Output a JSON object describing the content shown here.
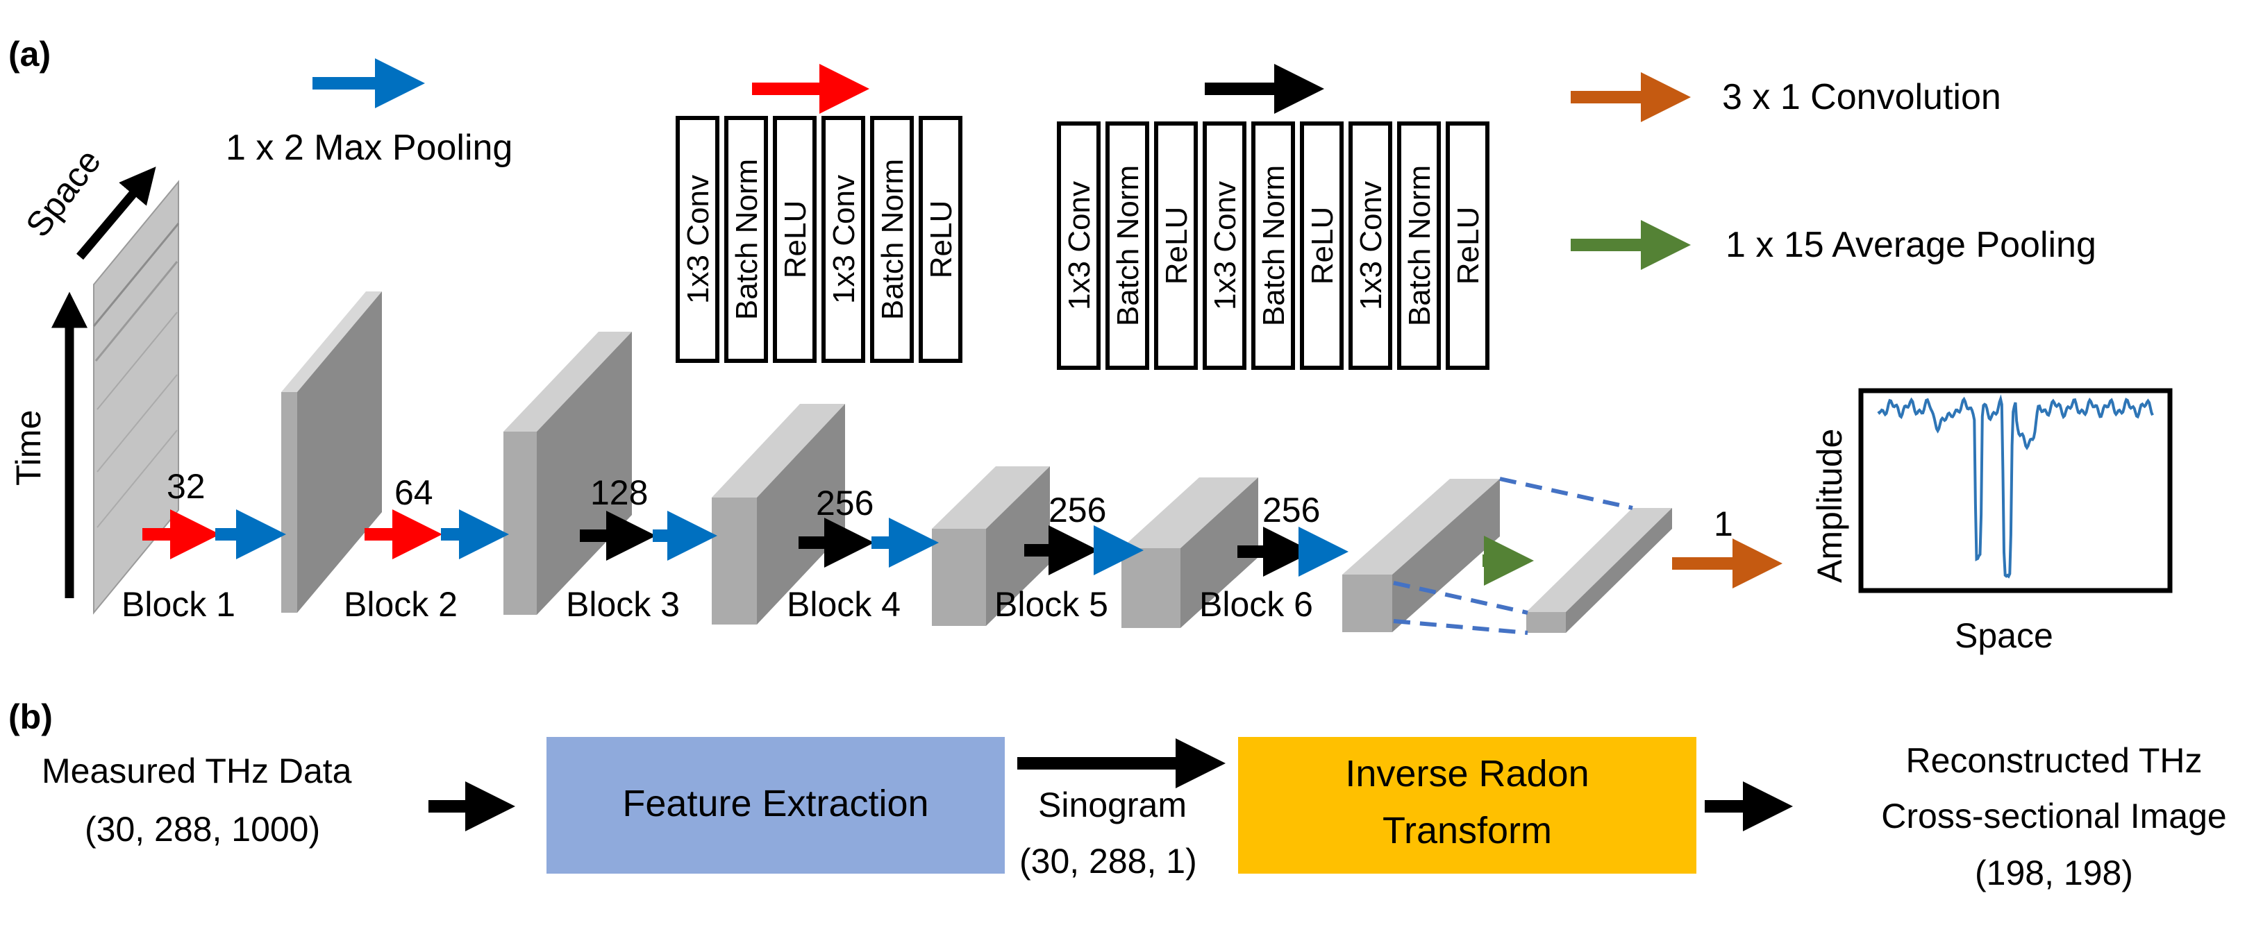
{
  "panel_a_label": "(a)",
  "panel_b_label": "(b)",
  "legend": {
    "max_pool": "1 x 2 Max Pooling",
    "conv": "3 x 1 Convolution",
    "avg_pool": "1 x 15 Average Pooling"
  },
  "block_red": [
    "1x3 Conv",
    "Batch Norm",
    "ReLU",
    "1x3 Conv",
    "Batch Norm",
    "ReLU"
  ],
  "block_black": [
    "1x3 Conv",
    "Batch Norm",
    "ReLU",
    "1x3 Conv",
    "Batch Norm",
    "ReLU",
    "1x3 Conv",
    "Batch Norm",
    "ReLU"
  ],
  "input_axes": {
    "space": "Space",
    "time": "Time"
  },
  "channels": [
    "32",
    "64",
    "128",
    "256",
    "256",
    "256"
  ],
  "blocks": [
    "Block 1",
    "Block 2",
    "Block 3",
    "Block 4",
    "Block 5",
    "Block 6"
  ],
  "output_channels": "1",
  "plot": {
    "ylabel": "Amplitude",
    "xlabel": "Space"
  },
  "pipeline": {
    "input_line1": "Measured THz Data",
    "input_line2": "(30, 288, 1000)",
    "feature_extraction": "Feature Extraction",
    "sinogram_line1": "Sinogram",
    "sinogram_line2": "(30, 288, 1)",
    "radon_line1": "Inverse Radon",
    "radon_line2": "Transform",
    "output_line1": "Reconstructed THz",
    "output_line2": "Cross-sectional Image",
    "output_line3": "(198, 198)"
  },
  "colors": {
    "max_pool_arrow": "#0070c0",
    "red_block_arrow": "#ff0000",
    "black_block_arrow": "#000000",
    "conv_arrow": "#c55a11",
    "avg_pool_arrow": "#548235",
    "feature_box": "#8faadc",
    "radon_box": "#ffc000",
    "signal_line": "#2e75b6"
  }
}
